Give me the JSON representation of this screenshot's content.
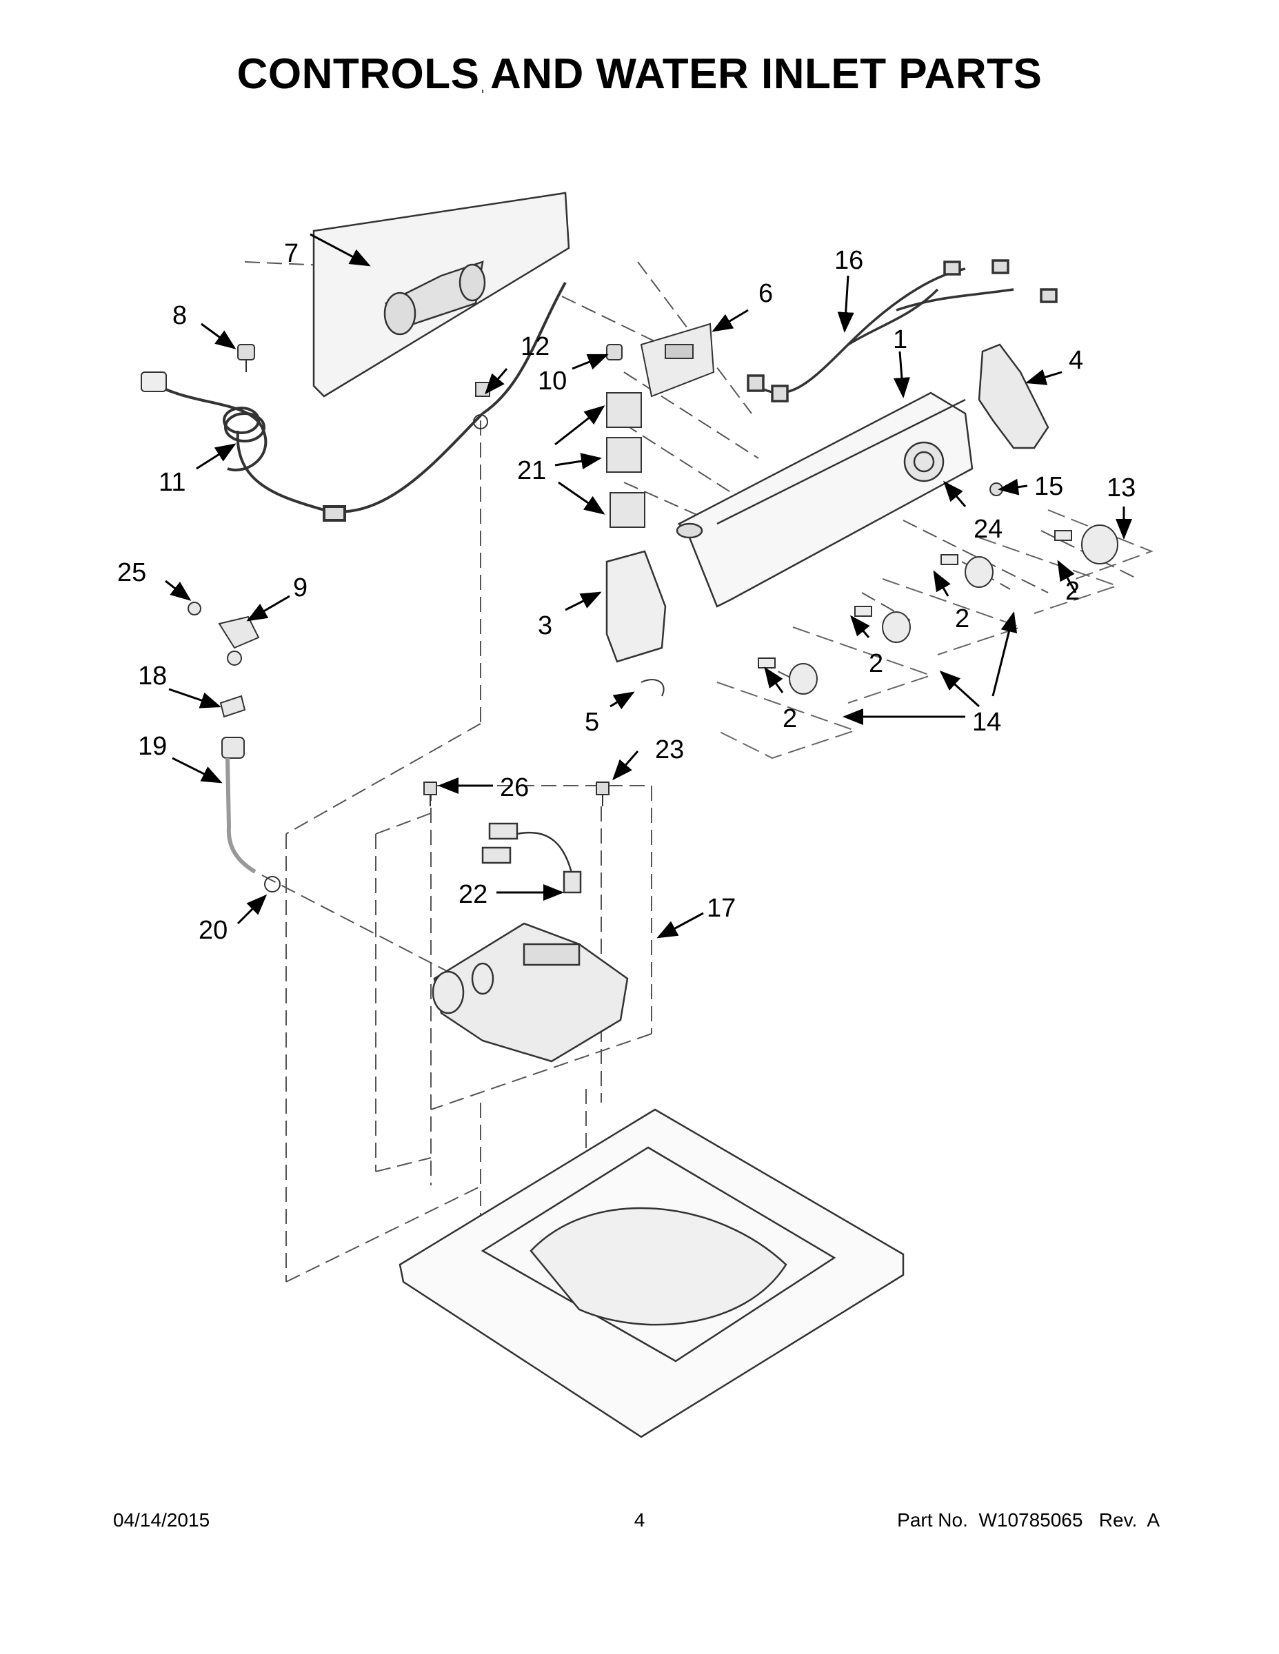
{
  "page": {
    "title": "CONTROLS AND WATER INLET PARTS"
  },
  "callouts": [
    {
      "id": "c1",
      "label": "1"
    },
    {
      "id": "c2a",
      "label": "2"
    },
    {
      "id": "c2b",
      "label": "2"
    },
    {
      "id": "c2c",
      "label": "2"
    },
    {
      "id": "c2d",
      "label": "2"
    },
    {
      "id": "c3",
      "label": "3"
    },
    {
      "id": "c4",
      "label": "4"
    },
    {
      "id": "c5",
      "label": "5"
    },
    {
      "id": "c6",
      "label": "6"
    },
    {
      "id": "c7",
      "label": "7"
    },
    {
      "id": "c8",
      "label": "8"
    },
    {
      "id": "c9",
      "label": "9"
    },
    {
      "id": "c10",
      "label": "10"
    },
    {
      "id": "c11",
      "label": "11"
    },
    {
      "id": "c12",
      "label": "12"
    },
    {
      "id": "c13",
      "label": "13"
    },
    {
      "id": "c14",
      "label": "14"
    },
    {
      "id": "c15",
      "label": "15"
    },
    {
      "id": "c16",
      "label": "16"
    },
    {
      "id": "c17",
      "label": "17"
    },
    {
      "id": "c18",
      "label": "18"
    },
    {
      "id": "c19",
      "label": "19"
    },
    {
      "id": "c20",
      "label": "20"
    },
    {
      "id": "c21",
      "label": "21"
    },
    {
      "id": "c22",
      "label": "22"
    },
    {
      "id": "c23",
      "label": "23"
    },
    {
      "id": "c24",
      "label": "24"
    },
    {
      "id": "c25",
      "label": "25"
    },
    {
      "id": "c26",
      "label": "26"
    }
  ],
  "footer": {
    "date": "04/14/2015",
    "page_number": "4",
    "part_label": "Part No.",
    "part_number": "W10785065",
    "rev_label": "Rev.",
    "rev": "A"
  }
}
